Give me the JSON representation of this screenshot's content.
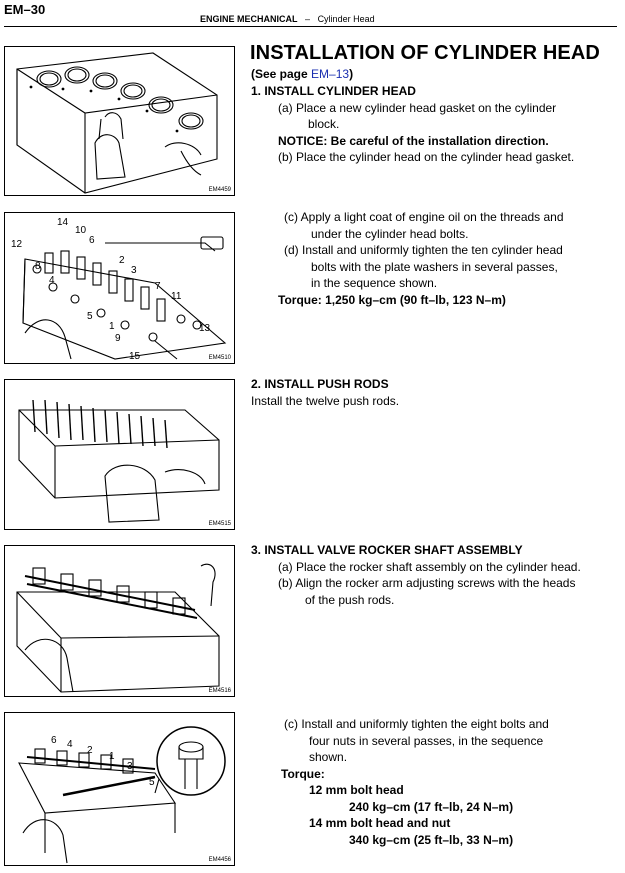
{
  "header": {
    "page_number": "EM–30",
    "section": "ENGINE MECHANICAL",
    "separator": "–",
    "subsection": "Cylinder Head"
  },
  "title": "INSTALLATION OF CYLINDER HEAD",
  "see_page": {
    "prefix": "(See page ",
    "link": "EM–13",
    "suffix": ")"
  },
  "steps": {
    "s1": {
      "heading": "1. INSTALL CYLINDER HEAD",
      "a1": "(a) Place a new cylinder head gasket on the cylinder",
      "a2": "block.",
      "notice": "NOTICE: Be careful of the installation direction.",
      "b": "(b) Place the cylinder head on the cylinder head gasket.",
      "c1": "(c) Apply a light coat of engine oil on the threads and",
      "c2": "under the cylinder head bolts.",
      "d1": "(d) Install and uniformly tighten the ten cylinder head",
      "d2": "bolts with the plate washers in several passes,",
      "d3": "in the sequence shown.",
      "torque": "Torque: 1,250 kg–cm (90 ft–lb, 123 N–m)"
    },
    "s2": {
      "heading": "2. INSTALL PUSH RODS",
      "body": "Install the twelve push rods."
    },
    "s3": {
      "heading": "3. INSTALL VALVE ROCKER SHAFT ASSEMBLY",
      "a": "(a) Place the rocker shaft assembly on the cylinder head.",
      "b1": "(b) Align the rocker arm adjusting screws with the heads",
      "b2": "of the push rods.",
      "c1": "(c) Install and uniformly tighten the eight bolts and",
      "c2": "four nuts in several passes, in the sequence",
      "c3": "shown.",
      "torque_label": "Torque:",
      "t12_label": "12 mm bolt head",
      "t12_value": "240 kg–cm (17 ft–lb, 24 N–m)",
      "t14_label": "14 mm bolt head and nut",
      "t14_value": "340 kg–cm (25 ft–lb, 33 N–m)"
    }
  },
  "figures": {
    "f1": {
      "code": "EM4459"
    },
    "f2": {
      "code": "EM4510",
      "sequence": [
        "14",
        "10",
        "6",
        "12",
        "2",
        "8",
        "3",
        "4",
        "7",
        "11",
        "5",
        "1",
        "9",
        "13",
        "15"
      ]
    },
    "f3": {
      "code": "EM4515"
    },
    "f4": {
      "code": "EM4516"
    },
    "f5": {
      "code": "EM4456",
      "sequence": [
        "6",
        "4",
        "2",
        "1",
        "3",
        "5"
      ]
    }
  }
}
